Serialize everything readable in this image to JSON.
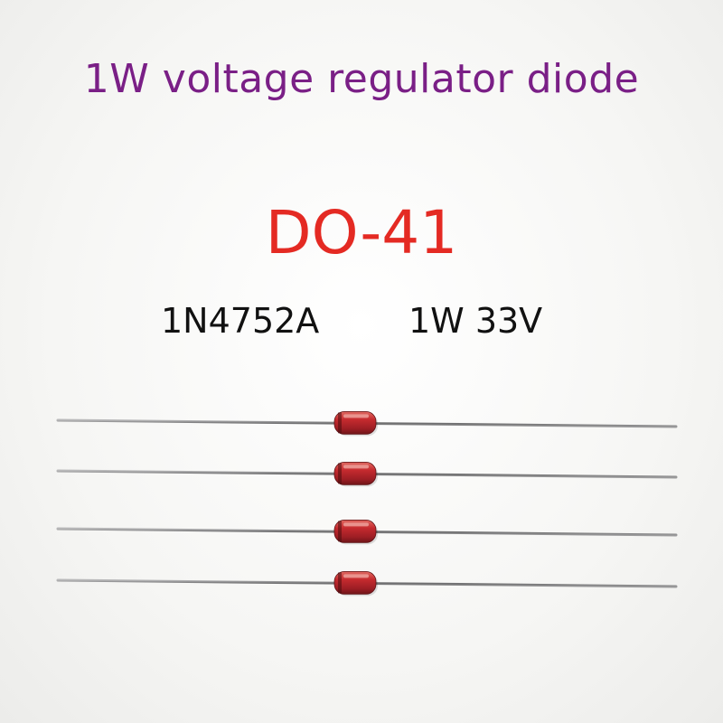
{
  "title": "1W voltage regulator diode",
  "package": "DO-41",
  "part_number": "1N4752A",
  "rating": "1W 33V",
  "colors": {
    "title": "#7a1f86",
    "package": "#e42a23",
    "text": "#111111",
    "diode_body": "#b8242a",
    "lead": "#7f7f80"
  },
  "diodes": [
    {
      "name": "diode-1"
    },
    {
      "name": "diode-2"
    },
    {
      "name": "diode-3"
    },
    {
      "name": "diode-4"
    }
  ]
}
